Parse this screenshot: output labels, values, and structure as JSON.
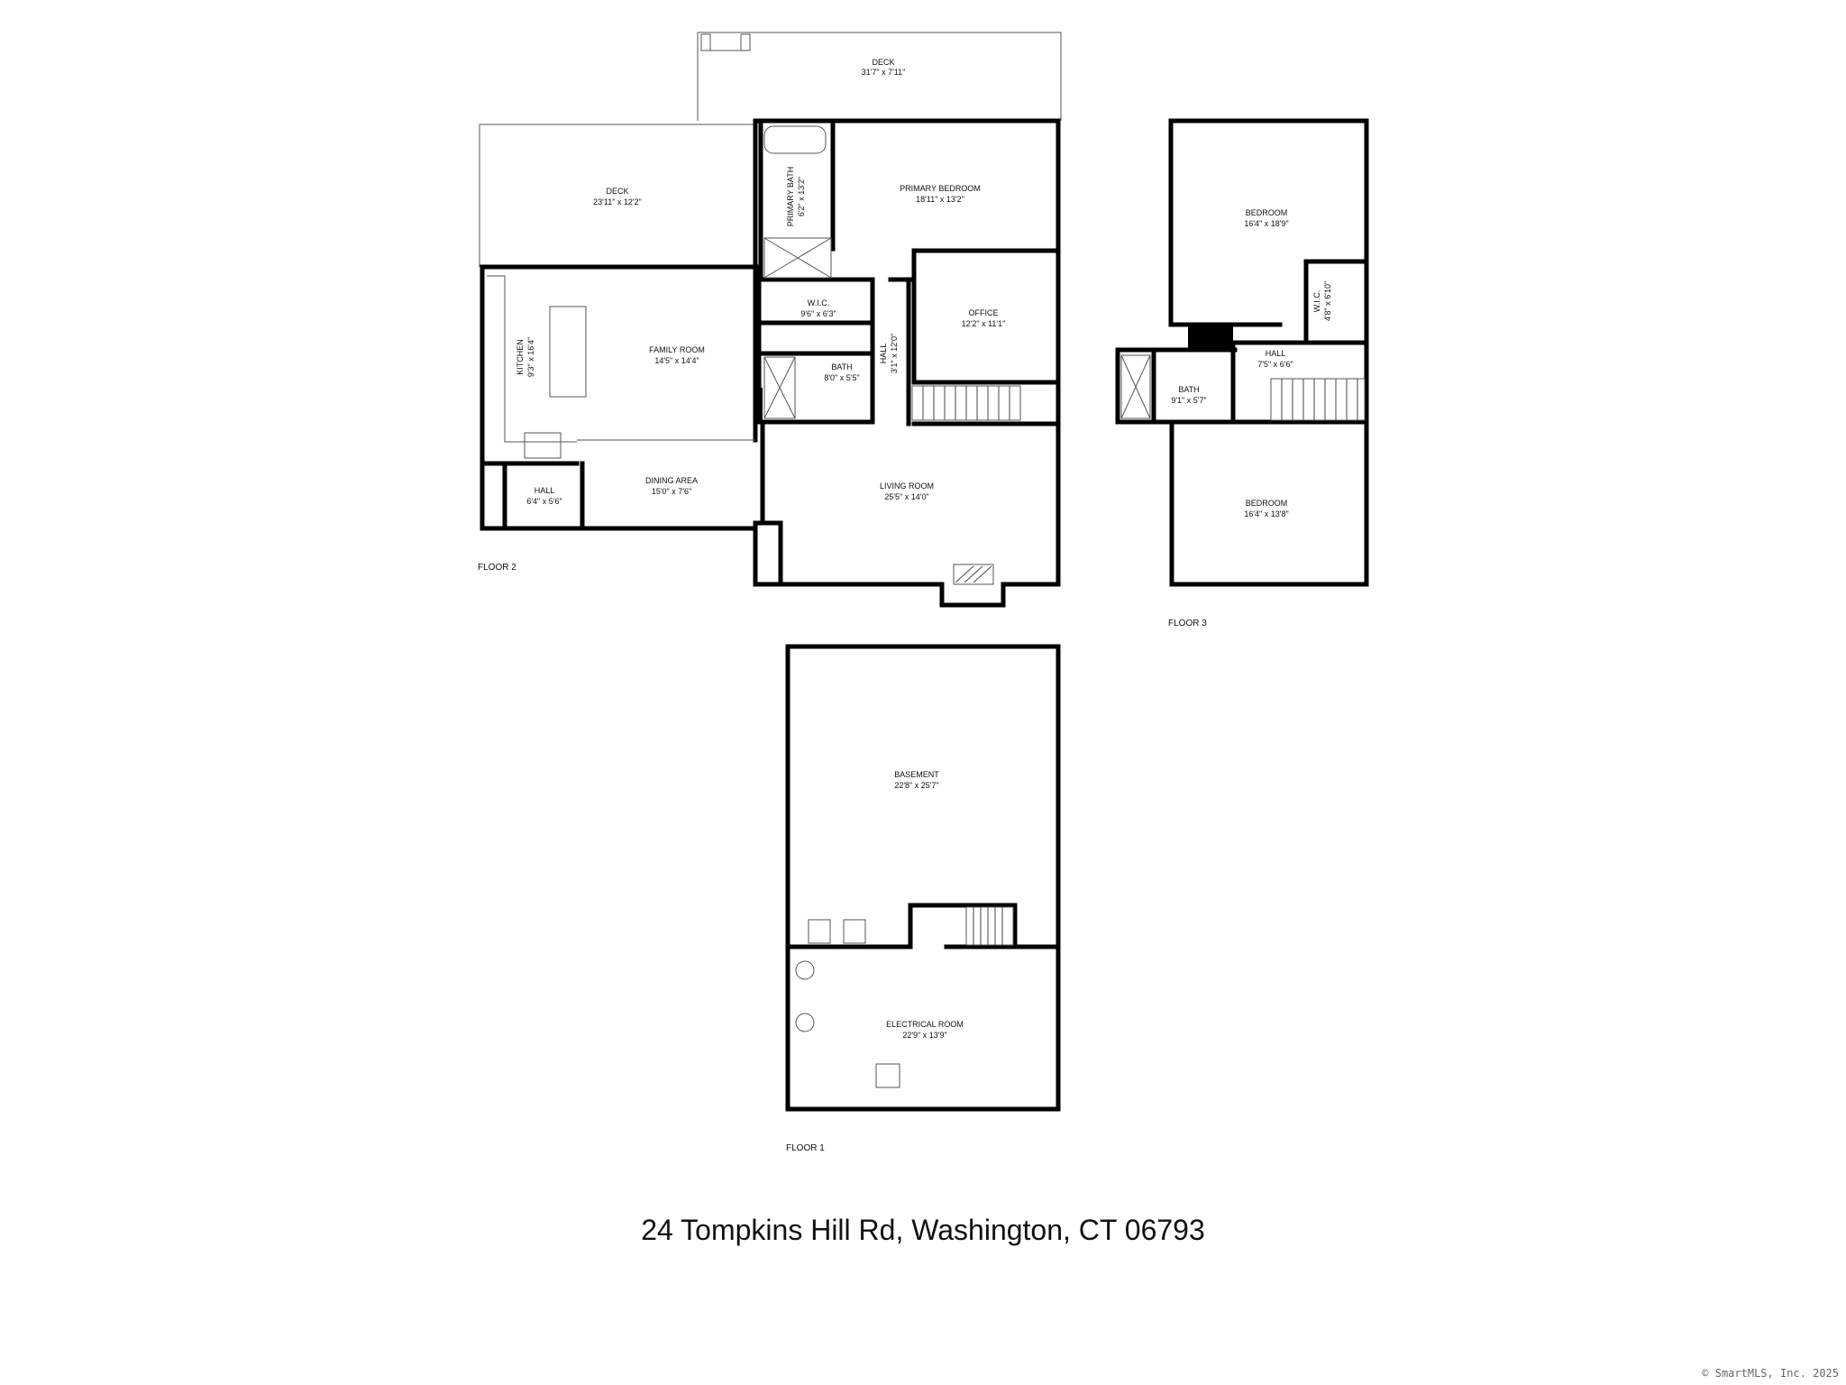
{
  "floor2": {
    "label": "FLOOR 2",
    "rooms": {
      "deck_top": {
        "name": "DECK",
        "size": "31'7\" x 7'11\""
      },
      "deck_left": {
        "name": "DECK",
        "size": "23'11\" x 12'2\""
      },
      "primary_bath": {
        "name": "PRIMARY BATH",
        "size": "6'2\" x 13'2\""
      },
      "primary_bedroom": {
        "name": "PRIMARY BEDROOM",
        "size": "18'11\" x 13'2\""
      },
      "wic": {
        "name": "W.I.C.",
        "size": "9'6\" x 6'3\""
      },
      "office": {
        "name": "OFFICE",
        "size": "12'2\" x 11'1\""
      },
      "kitchen": {
        "name": "KITCHEN",
        "size": "9'3\" x 16'4\""
      },
      "family_room": {
        "name": "FAMILY ROOM",
        "size": "14'5\" x 14'4\""
      },
      "bath": {
        "name": "BATH",
        "size": "8'0\" x 5'5\""
      },
      "hall_vert": {
        "name": "HALL",
        "size": "3'1\" x 12'0\""
      },
      "hall_small": {
        "name": "HALL",
        "size": "6'4\" x 5'6\""
      },
      "dining_area": {
        "name": "DINING AREA",
        "size": "15'0\" x 7'6\""
      },
      "living_room": {
        "name": "LIVING ROOM",
        "size": "25'5\" x 14'0\""
      }
    }
  },
  "floor3": {
    "label": "FLOOR 3",
    "rooms": {
      "bedroom_top": {
        "name": "BEDROOM",
        "size": "16'4\" x 18'9\""
      },
      "wic": {
        "name": "W.I.C.",
        "size": "4'8\" x 6'10\""
      },
      "hall": {
        "name": "HALL",
        "size": "7'5\" x 6'6\""
      },
      "bath": {
        "name": "BATH",
        "size": "9'1\" x 5'7\""
      },
      "bedroom_bottom": {
        "name": "BEDROOM",
        "size": "16'4\" x 13'8\""
      }
    }
  },
  "floor1": {
    "label": "FLOOR 1",
    "rooms": {
      "basement": {
        "name": "BASEMENT",
        "size": "22'8\" x 25'7\""
      },
      "electrical_room": {
        "name": "ELECTRICAL ROOM",
        "size": "22'9\" x 13'9\""
      }
    }
  },
  "address": "24 Tompkins Hill Rd, Washington, CT 06793",
  "copyright": "© SmartMLS, Inc. 2025"
}
